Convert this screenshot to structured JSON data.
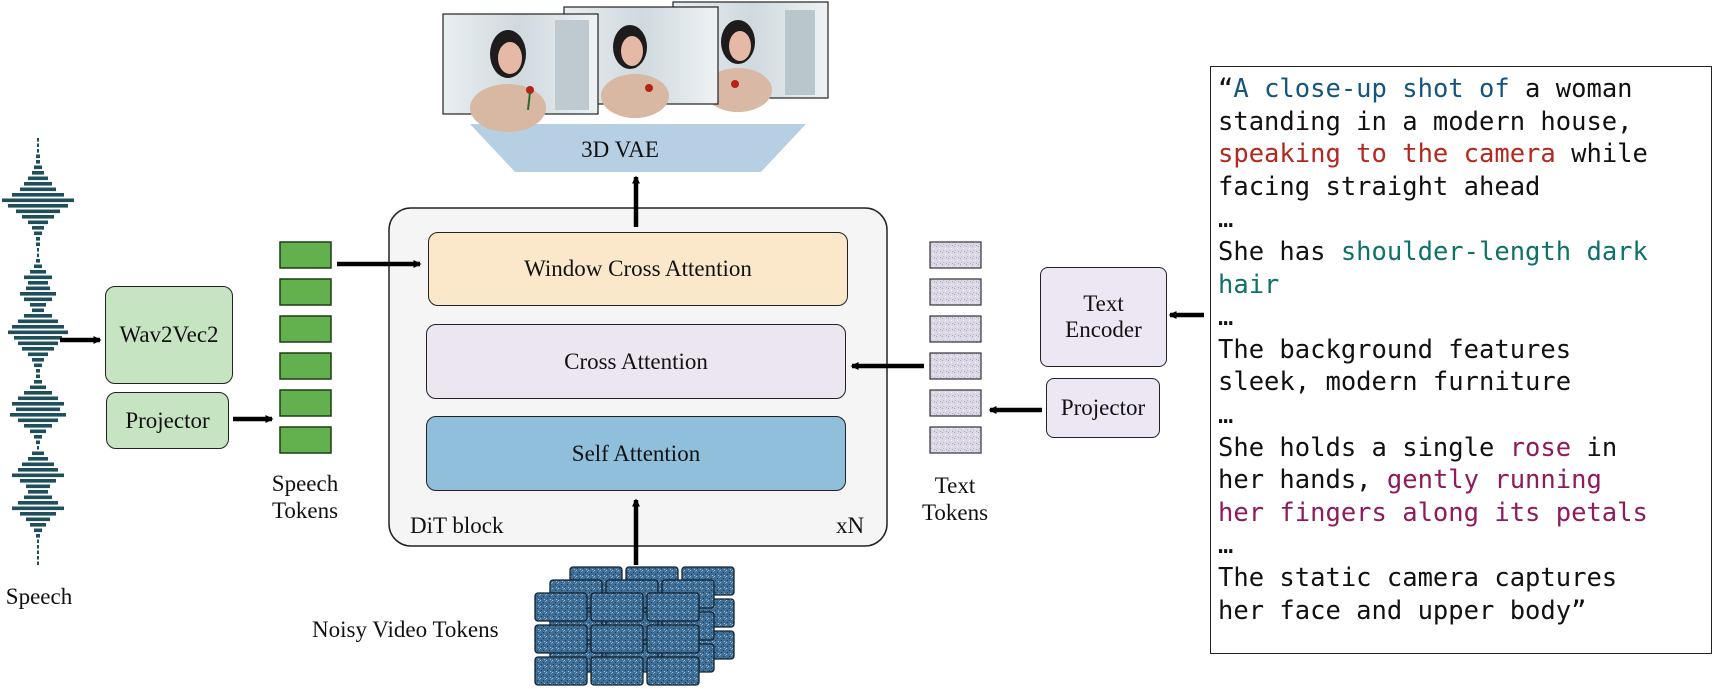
{
  "diagram": {
    "inputs": {
      "speech_label": "Speech",
      "speech_tokens_label_1": "Speech",
      "speech_tokens_label_2": "Tokens",
      "text_tokens_label_1": "Text",
      "text_tokens_label_2": "Tokens",
      "noisy_video_tokens_label": "Noisy Video Tokens"
    },
    "speech_branch": {
      "wav2vec_label": "Wav2Vec2",
      "projector_label": "Projector"
    },
    "text_branch": {
      "encoder_label_1": "Text",
      "encoder_label_2": "Encoder",
      "projector_label": "Projector"
    },
    "dit_block": {
      "window_cross_attention_label": "Window Cross Attention",
      "cross_attention_label": "Cross Attention",
      "self_attention_label": "Self Attention",
      "block_label": "DiT block",
      "repeat_label": "xN"
    },
    "decoder": {
      "vae_label": "3D VAE"
    },
    "prompt": {
      "line1_a": "“",
      "line1_b": "A close-up shot of",
      "line1_c": " a woman",
      "line2": "standing in a modern house,",
      "line3_a": "speaking to the camera",
      "line3_b": " while",
      "line4": "facing straight ahead",
      "ellipsis1": "…",
      "line5_a": "She has ",
      "line5_b": "shoulder-length dark",
      "line6": "hair",
      "ellipsis2": "…",
      "line7": "The background features",
      "line8": "sleek, modern furniture",
      "ellipsis3": "…",
      "line9_a": "She holds a single ",
      "line9_b": "rose",
      "line9_c": " in",
      "line10_a": "her hands, ",
      "line10_b": "gently running",
      "line11": "her fingers along its petals",
      "ellipsis4": "…",
      "line12": "The static camera captures",
      "line13": "her face and upper body”"
    },
    "colors": {
      "speech_green": "#63b04e",
      "speech_box_fill": "#c6e3c2",
      "text_box_fill": "#ede6f3",
      "text_token_fill": "#dcd8e6",
      "window_attention_fill": "#fbe8cb",
      "cross_attention_fill": "#ece6f1",
      "self_attention_fill": "#8fbfdb",
      "vae_fill": "#b7cfe2",
      "video_token_fill": "#3f6f96",
      "waveform": "#1f4f5a",
      "highlight_blue": "#15547f",
      "highlight_red": "#b4281e",
      "highlight_teal": "#0e7266",
      "highlight_plum": "#8e1b5a"
    }
  }
}
